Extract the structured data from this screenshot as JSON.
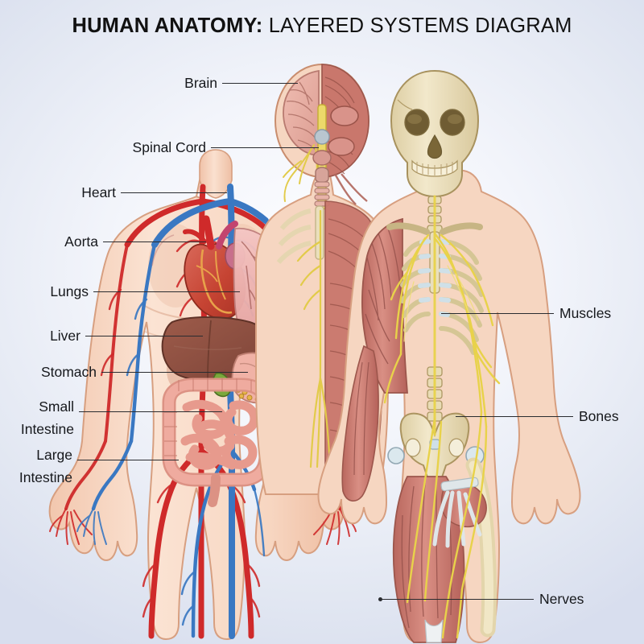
{
  "title": {
    "bold": "HUMAN ANATOMY:",
    "rest": " LAYERED SYSTEMS DIAGRAM"
  },
  "colors": {
    "background": "#eef1f8",
    "text": "#16181c",
    "leader": "#2a2c30",
    "artery": "#cf2a2a",
    "vein": "#3a78c2",
    "muscle": "#c9766c",
    "bone": "#e9ddb9",
    "nerve": "#e8d24a",
    "skin": "#f6d9c6",
    "liver": "#8d5244",
    "lung": "#f0b6b4",
    "intestine": "#ea9f96",
    "heart": "#cf4a3a",
    "gallbladder": "#7aa83c",
    "pancreas": "#e7b64a",
    "cartilage": "#cfe0e8"
  },
  "labels": {
    "left": [
      {
        "id": "brain",
        "text": "Brain",
        "lines": [
          "Brain"
        ]
      },
      {
        "id": "spinal-cord",
        "text": "Spinal Cord",
        "lines": [
          "Spinal Cord"
        ]
      },
      {
        "id": "heart",
        "text": "Heart",
        "lines": [
          "Heart"
        ]
      },
      {
        "id": "aorta",
        "text": "Aorta",
        "lines": [
          "Aorta"
        ]
      },
      {
        "id": "lungs",
        "text": "Lungs",
        "lines": [
          "Lungs"
        ]
      },
      {
        "id": "liver",
        "text": "Liver",
        "lines": [
          "Liver"
        ]
      },
      {
        "id": "stomach",
        "text": "Stomach",
        "lines": [
          "Stomach"
        ]
      },
      {
        "id": "small-intestine",
        "text": "Small Intestine",
        "lines": [
          "Small",
          "Intestine"
        ]
      },
      {
        "id": "large-intestine",
        "text": "Large Intestine",
        "lines": [
          "Large",
          "Intestine"
        ]
      }
    ],
    "right": [
      {
        "id": "muscles",
        "text": "Muscles",
        "lines": [
          "Muscles"
        ]
      },
      {
        "id": "bones",
        "text": "Bones",
        "lines": [
          "Bones"
        ]
      },
      {
        "id": "nerves",
        "text": "Nerves",
        "lines": [
          "Nerves"
        ]
      }
    ]
  },
  "figures": {
    "left_figure": "circulatory-and-organ-body",
    "center_figure": "nervous-and-muscular-body",
    "right_figure": "skeletal-and-muscular-body"
  }
}
